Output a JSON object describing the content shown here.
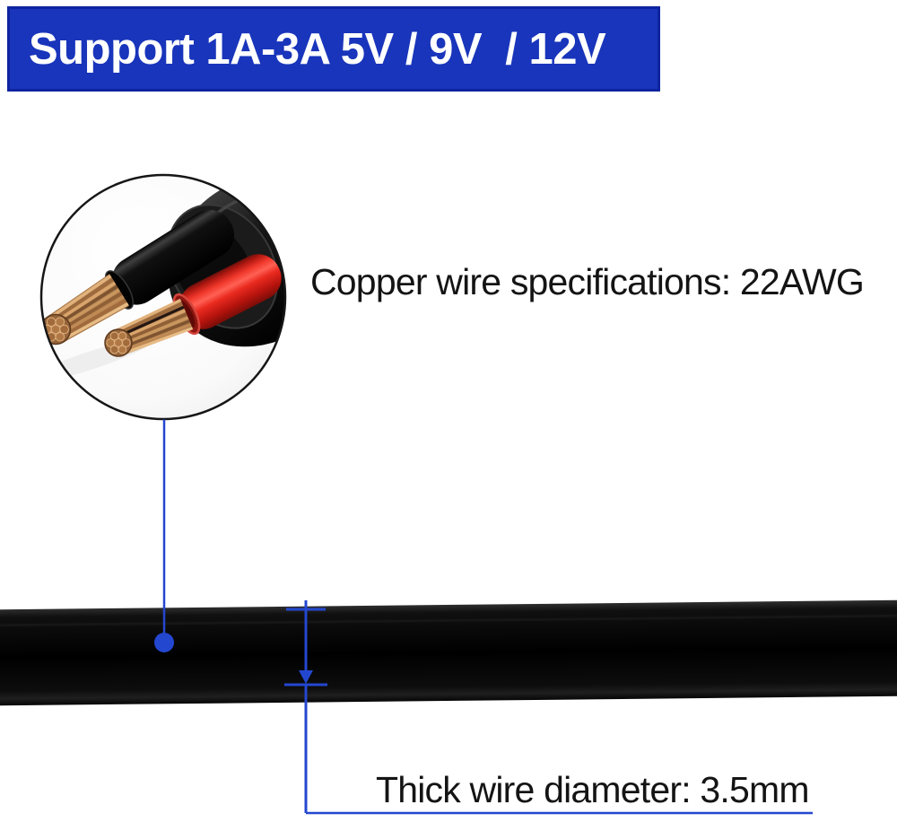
{
  "banner": {
    "text": "Support 1A-3A 5V / 9V  / 12V"
  },
  "annotations": {
    "copper_spec": "Copper wire specifications: 22AWG",
    "wire_diameter": "Thick wire diameter: 3.5mm"
  },
  "graphics": {
    "magnifier_content": "cable-cross-section-photo",
    "inner_wires": [
      "black-insulated-wire",
      "red-insulated-wire"
    ],
    "conductor": "stranded-copper"
  },
  "colors": {
    "banner_blue": "#1935bb",
    "banner_border": "#0e24a0",
    "annotation_blue": "#2447d0",
    "text_color": "#141414",
    "circle_stroke": "#161616",
    "cable_black": "#0a0a0a",
    "wire_red": "#e8261e",
    "copper": "#b5824e"
  }
}
